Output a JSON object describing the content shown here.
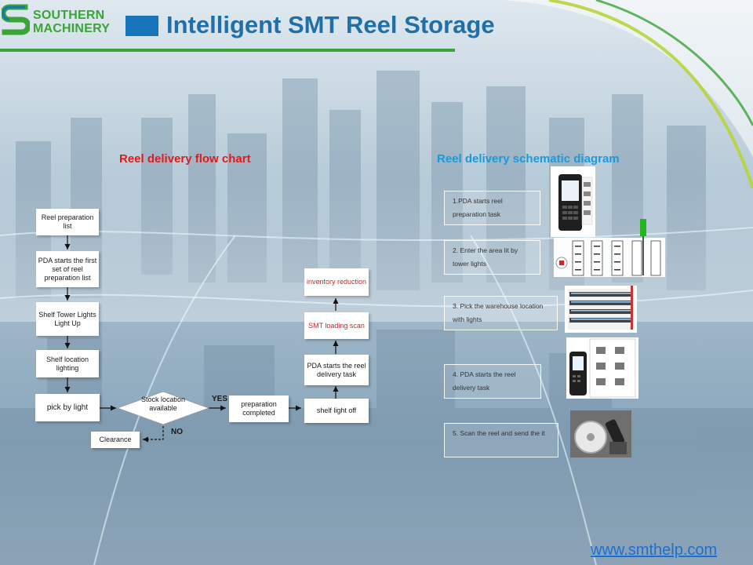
{
  "header": {
    "logo_line1": "SOUTHERN",
    "logo_line2": "MACHINERY",
    "title": "Intelligent SMT Reel Storage",
    "brand_color": "#3aa437",
    "title_color": "#1f6fa8"
  },
  "flow_chart": {
    "heading": "Reel delivery flow chart",
    "nodes": {
      "reel_prep_list": "Reel preparation list",
      "pda_start_first": "PDA starts the first set of reel preparation list",
      "tower_lights": "Shelf Tower Lights Light Up",
      "location_lighting": "Shelf location lighting",
      "pick_by_light": "pick by light",
      "stock_available": "Stock location available",
      "clearance": "Clearance",
      "prep_completed": "preparation completed",
      "shelf_light_off": "shelf light off",
      "pda_start_delivery": "PDA starts the reel delivery task",
      "smt_loading_scan": "SMT loading scan",
      "inventory_reduction": "inventory reduction"
    },
    "labels": {
      "yes": "YES",
      "no": "NO"
    }
  },
  "schematic": {
    "heading": "Reel delivery schematic diagram",
    "steps": [
      "1.PDA starts reel preparation task",
      "2. Enter the area lit by tower lights",
      "3. Pick the warehouse location with lights",
      "4. PDA starts the reel delivery task",
      "5. Scan the reel and send the it"
    ],
    "icons": [
      "pda-scanner-icon",
      "tower-light-shelves-icon",
      "lit-shelf-rack-icon",
      "pda-screen-icon",
      "reel-scan-icon"
    ]
  },
  "footer": {
    "url": "www.smthelp.com"
  }
}
